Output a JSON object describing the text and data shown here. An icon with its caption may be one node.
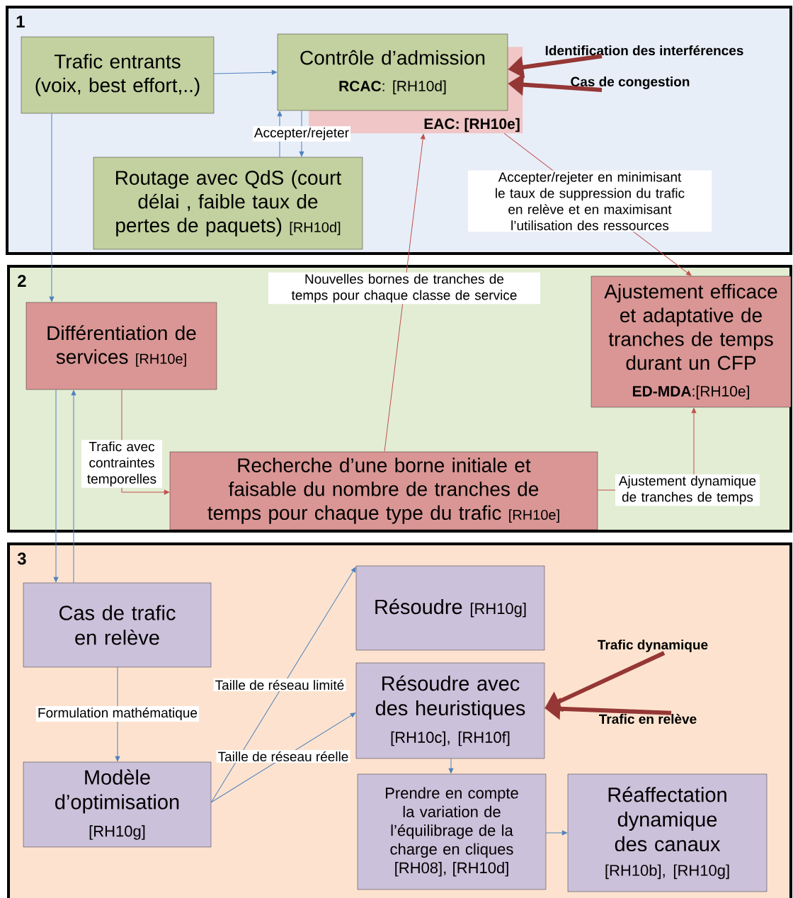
{
  "diagram": {
    "nodes": [
      {
        "text": [
          "1"
        ]
      },
      {
        "text": [
          "Trafic entrants (voix, best effort,..)"
        ],
        "in": 0
      },
      {
        "text": [
          "Contrôle d’admission",
          "**RCAC**: [RH10d]"
        ],
        "in": 0
      },
      {
        "text": [
          "EAC: [RH10e]"
        ],
        "in": 0
      },
      {
        "text": [
          "Routage avec QdS (court délai , faible taux de pertes de paquets)",
          "[RH10d]"
        ],
        "in": 0
      },
      {
        "text": [
          "Identification des interférences"
        ],
        "in": 0
      },
      {
        "text": [
          "Cas de congestion"
        ],
        "in": 0
      },
      {
        "text": [
          "2"
        ]
      },
      {
        "text": [
          "Différentiation de services",
          "[RH10e]"
        ],
        "in": 7
      },
      {
        "text": [
          "Recherche d’une borne initiale et faisable du nombre de tranches de temps pour chaque type du trafic",
          "[RH10e]"
        ],
        "in": 7
      },
      {
        "text": [
          "Ajustement efficace et adaptative de tranches de temps durant un CFP",
          "**ED-MDA**:[RH10e]"
        ],
        "in": 7
      },
      {
        "text": [
          "3"
        ]
      },
      {
        "text": [
          "Cas de trafic en relève"
        ],
        "in": 11
      },
      {
        "text": [
          "Modèle d’optimisation",
          "[RH10g]"
        ],
        "in": 11
      },
      {
        "text": [
          "Résoudre",
          "[RH10g]"
        ],
        "in": 11
      },
      {
        "text": [
          "Résoudre avec des heuristiques",
          "[RH10c], [RH10f]"
        ],
        "in": 11
      },
      {
        "text": [
          "Prendre en compte la variation de l’équilibrage de la charge en cliques [RH08], [RH10d]"
        ],
        "in": 11
      },
      {
        "text": [
          "Réaffectation dynamique des canaux",
          "[RH10b], [RH10g]"
        ],
        "in": 11
      },
      {
        "text": [
          "Trafic dynamique"
        ],
        "in": 11
      },
      {
        "text": [
          "Trafic en relève"
        ],
        "in": 11
      }
    ],
    "edges": [
      {
        "from": 1,
        "to": 2,
        "arrow": "to"
      },
      {
        "from": 1,
        "to": 8,
        "arrow": "to"
      },
      {
        "from": 4,
        "to": 2,
        "arrow": "to"
      },
      {
        "from": 2,
        "to": 4,
        "arrow": "to",
        "label": "Accepter/rejeter"
      },
      {
        "from": 5,
        "to": 2,
        "arrow": "to",
        "style": "thick",
        "color": "#953735"
      },
      {
        "from": 6,
        "to": 2,
        "arrow": "to",
        "style": "thick",
        "color": "#953735"
      },
      {
        "from": 3,
        "to": 10,
        "arrow": "to",
        "color": "#c0504d",
        "label": "Accepter/rejeter en minimisant le taux de suppression du trafic en relève et en maximisant l’utilisation des ressources"
      },
      {
        "from": 9,
        "to": 3,
        "arrow": "to",
        "color": "#c0504d",
        "label": "Nouvelles bornes de tranches de temps pour chaque classe de service"
      },
      {
        "from": 8,
        "to": 9,
        "arrow": "to",
        "color": "#c0504d",
        "label": "Trafic avec contraintes temporelles"
      },
      {
        "from": 9,
        "to": 10,
        "arrow": "to",
        "color": "#c0504d",
        "label": "Ajustement dynamique de tranches de temps"
      },
      {
        "from": 8,
        "to": 12,
        "arrow": "to"
      },
      {
        "from": 12,
        "to": 8,
        "arrow": "to"
      },
      {
        "from": 12,
        "to": 13,
        "arrow": "to",
        "label": "Formulation mathématique"
      },
      {
        "from": 13,
        "to": 14,
        "arrow": "to",
        "label": "Taille de réseau limité"
      },
      {
        "from": 13,
        "to": 15,
        "arrow": "to",
        "label": "Taille de réseau réelle"
      },
      {
        "from": 15,
        "to": 16,
        "arrow": "to"
      },
      {
        "from": 16,
        "to": 17,
        "arrow": "to"
      },
      {
        "from": 18,
        "to": 15,
        "arrow": "to",
        "style": "thick",
        "color": "#953735"
      },
      {
        "from": 19,
        "to": 15,
        "arrow": "to",
        "style": "thick",
        "color": "#953735"
      }
    ]
  }
}
